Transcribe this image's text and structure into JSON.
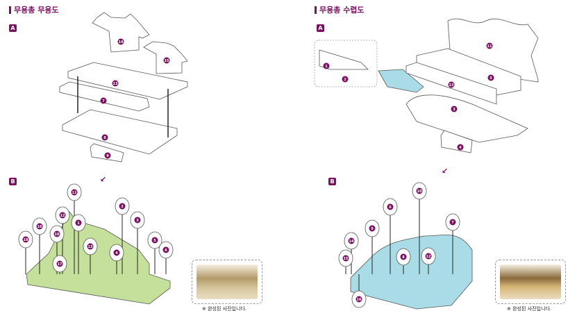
{
  "left": {
    "title": "무용총 무용도",
    "step_a": "A",
    "step_b": "B",
    "parts_a": [
      "14",
      "15",
      "13",
      "7",
      "8",
      "9"
    ],
    "parts_b": [
      "11",
      "12",
      "16",
      "18",
      "10",
      "1",
      "13",
      "17",
      "2",
      "3",
      "5",
      "6",
      "4"
    ],
    "caption": "※ 완성된 사진입니다.",
    "base_color": "#c5e09a"
  },
  "right": {
    "title": "무용총 수렵도",
    "step_a": "A",
    "step_b": "B",
    "parts_a": [
      "1",
      "2",
      "11",
      "5",
      "13",
      "3",
      "4"
    ],
    "parts_b": [
      "6",
      "10",
      "7",
      "9",
      "14",
      "15",
      "8",
      "12",
      "16"
    ],
    "caption": "※ 완성된 사진입니다.",
    "base_color": "#a9dce6"
  },
  "accent_color": "#7a1060",
  "arrow_icon": "↙"
}
